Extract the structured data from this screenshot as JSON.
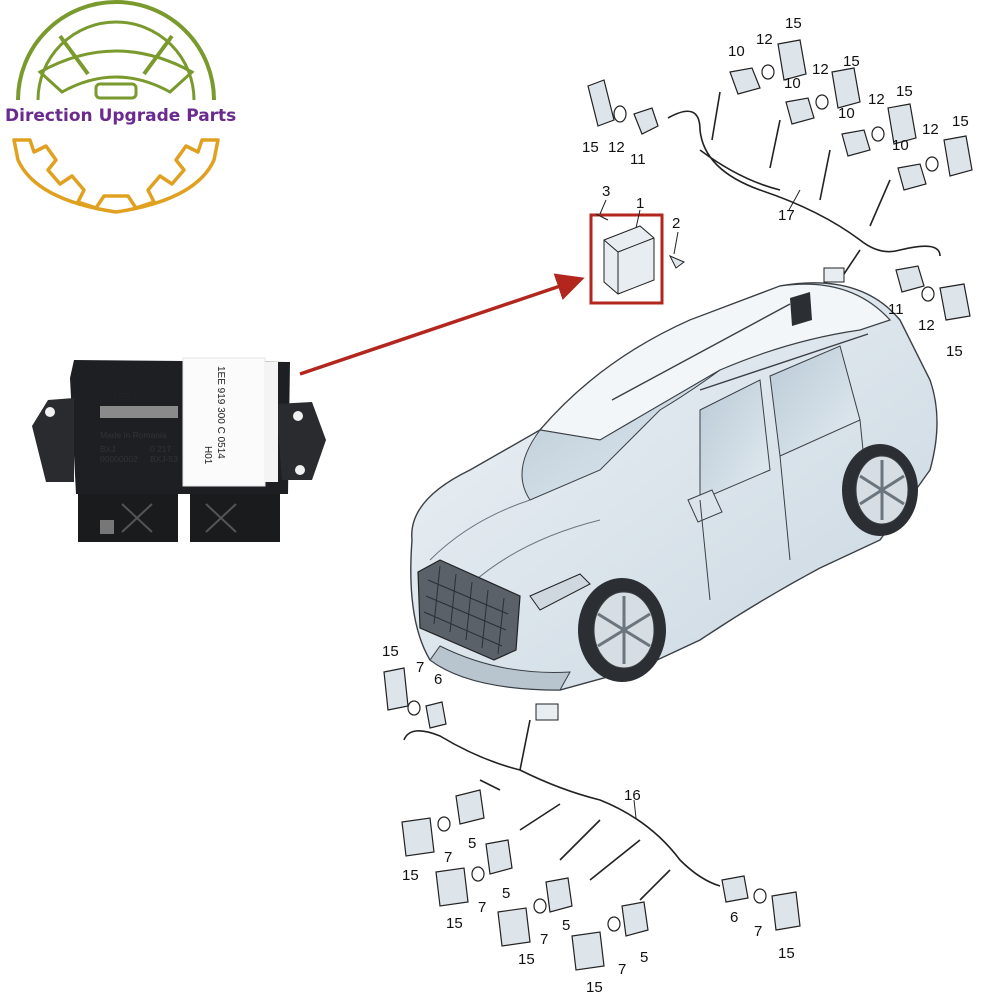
{
  "brand": {
    "name": "Direction Upgrade Parts",
    "colors": {
      "text": "#6a2a8e",
      "arc": "#7a9a2e",
      "gear": "#e0a020"
    }
  },
  "product_photo": {
    "label_lines": [
      "1EE 919 300  C   0514",
      "H01"
    ],
    "module_lines": [
      "1EE 919",
      "1E",
      "Made in Romania",
      "BXJ",
      "0 217",
      "00000002",
      "BXJ-53"
    ]
  },
  "highlight": {
    "color": "#b3261e"
  },
  "callouts": {
    "c_top_15a": "15",
    "c_top_12a": "12",
    "c_top_10a": "10",
    "c_top_15b": "15",
    "c_top_12b": "12",
    "c_top_10b": "10",
    "c_top_15c": "15",
    "c_top_12c": "12",
    "c_top_10c": "10",
    "c_top_15d": "15",
    "c_top_12d": "12",
    "c_top_10d": "10",
    "c_left_15": "15",
    "c_left_12": "12",
    "c_left_11": "11",
    "c_3": "3",
    "c_1": "1",
    "c_2": "2",
    "c_17": "17",
    "c_right_11": "11",
    "c_right_12": "12",
    "c_right_15": "15",
    "c_rl_15": "15",
    "c_rl_7": "7",
    "c_rl_6": "6",
    "c_16": "16",
    "c_b1_15": "15",
    "c_b1_7": "7",
    "c_b1_5": "5",
    "c_b2_15": "15",
    "c_b2_7": "7",
    "c_b2_5": "5",
    "c_b3_15": "15",
    "c_b3_7": "7",
    "c_b3_5": "5",
    "c_b4_15": "15",
    "c_b4_7": "7",
    "c_b4_5": "5",
    "c_br_6": "6",
    "c_br_7": "7",
    "c_br_15": "15"
  }
}
